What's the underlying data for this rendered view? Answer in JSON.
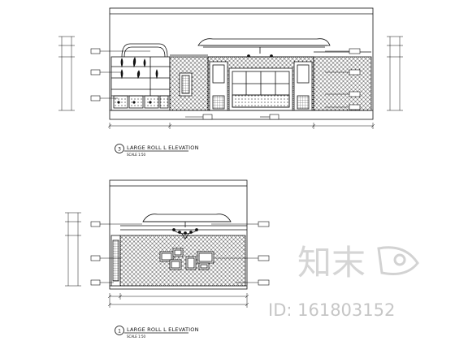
{
  "drawing": {
    "upper_elevation": {
      "number": "3",
      "title": "LARGE ROLL L ELEVATION",
      "scale": "SCALE 1:50"
    },
    "lower_elevation": {
      "number": "1",
      "title": "LARGE ROLL L ELEVATION",
      "scale": "SCALE 1:50"
    }
  },
  "watermark": {
    "logo_text": "知末",
    "id_text": "ID: 161803152"
  },
  "colors": {
    "line": "#111111",
    "watermark": "#c8c8c8"
  }
}
